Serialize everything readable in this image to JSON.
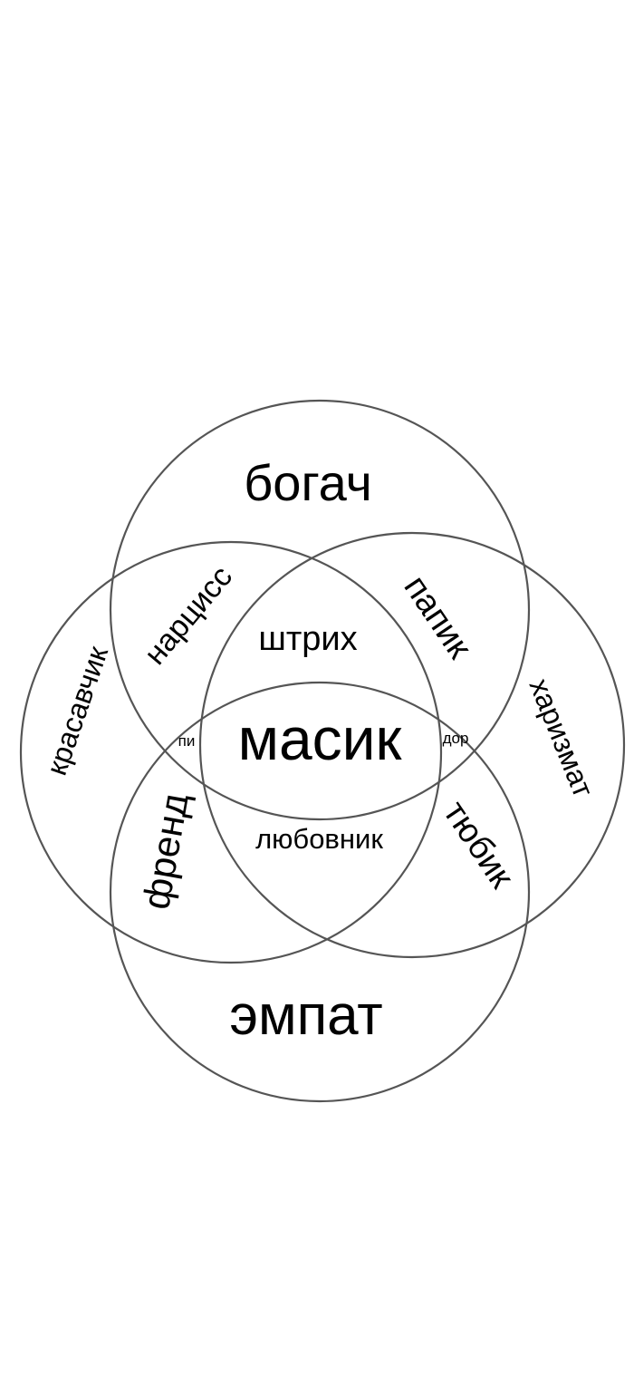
{
  "diagram": {
    "type": "venn",
    "sets": [
      "богач",
      "красавчик",
      "харизмат",
      "эмпат"
    ],
    "colors": {
      "background": "#ffffff",
      "stroke": "#555555",
      "text": "#000000"
    }
  },
  "labels": {
    "top": "богач",
    "left": "красавчик",
    "right": "харизмат",
    "bottom": "эмпат",
    "top_left": "нарцисс",
    "top_right": "папик",
    "top_center": "штрих",
    "center": "масик",
    "center_left": "пи",
    "center_right": "дор",
    "bottom_left": "френд",
    "bottom_right": "тюбик",
    "bottom_center": "любовник"
  }
}
